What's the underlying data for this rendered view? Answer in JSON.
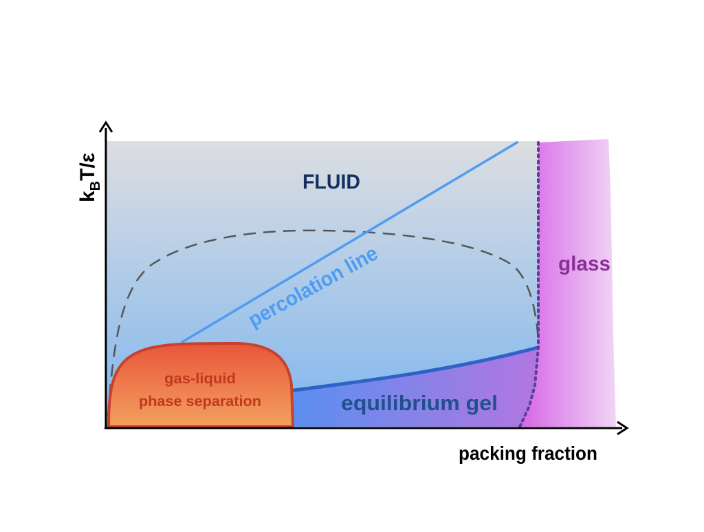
{
  "axes": {
    "y_label_main": "k",
    "y_label_sub": "B",
    "y_label_rest": "T/ε",
    "x_label": "packing fraction"
  },
  "regions": {
    "fluid": "FLUID",
    "glass": "glass",
    "gel": "equilibrium gel",
    "phase_sep_line1": "gas-liquid",
    "phase_sep_line2": "phase separation",
    "percolation": "percolation line"
  },
  "colors": {
    "fluid_top": "#dcdee2",
    "fluid_bottom": "#7fb6ee",
    "gel_left": "#5a8ff0",
    "gel_right": "#b276e0",
    "glass_left": "#d667e6",
    "glass_right": "#f1d4f6",
    "phase_fill_top": "#e8563a",
    "phase_fill_bottom": "#f3a160",
    "phase_stroke": "#c8412c",
    "percolation": "#4f9cf0",
    "gel_boundary": "#2f62c7",
    "glass_boundary": "#5a3e9a",
    "coexistence_dash": "#555555",
    "fluid_text": "#13305f",
    "gel_text": "#22508f",
    "glass_text": "#8a2f97",
    "phase_text": "#c1381f",
    "axis": "#000000"
  }
}
